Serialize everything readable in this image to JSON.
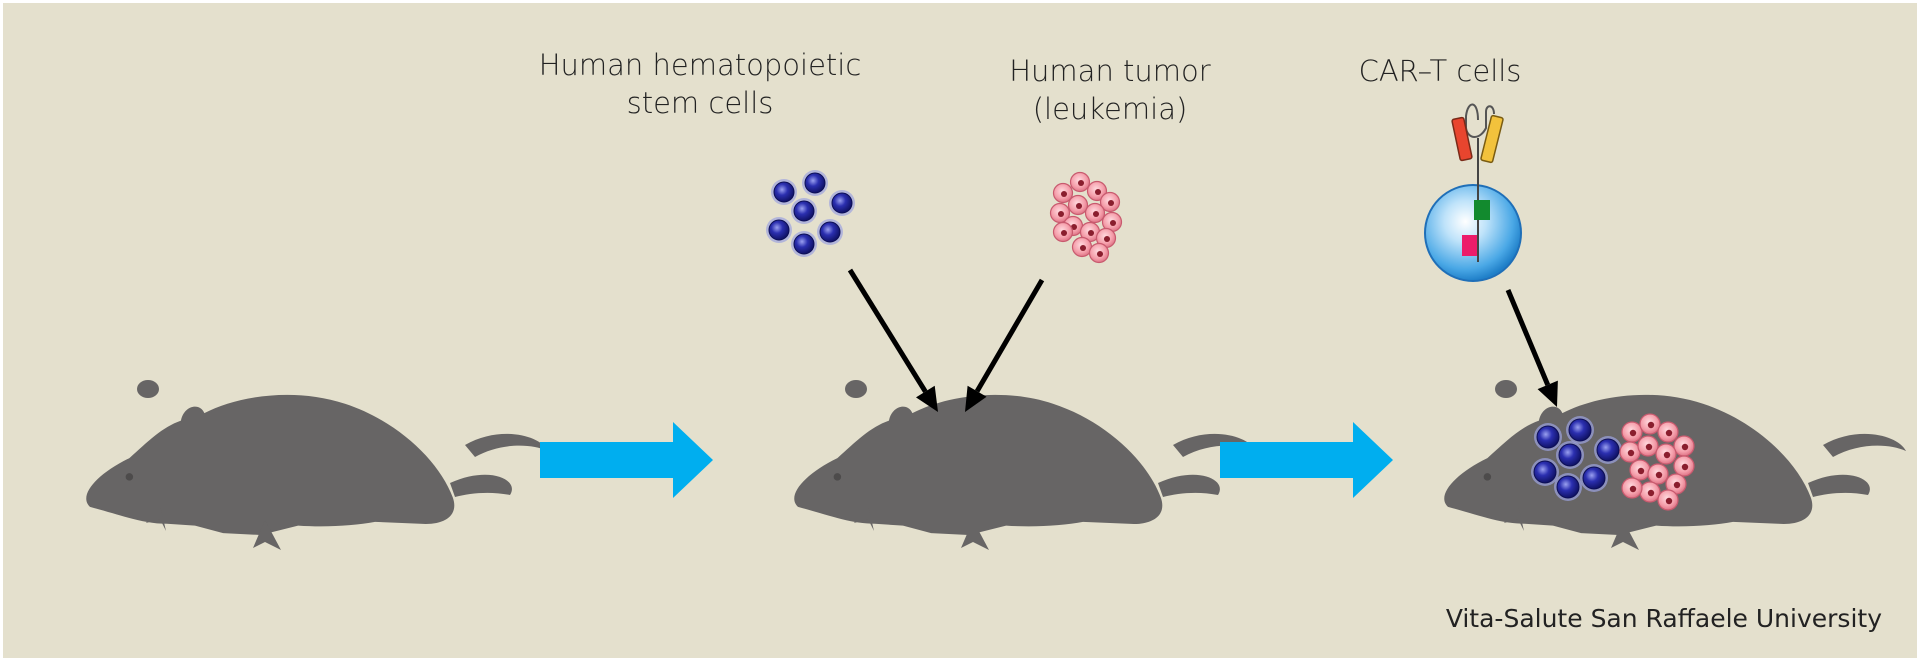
{
  "labels": {
    "stem_cells_line1": "Human hematopoietic",
    "stem_cells_line2": "stem cells",
    "tumor_line1": "Human tumor",
    "tumor_line2": "(leukemia)",
    "car_t": "CAR–T cells"
  },
  "credit": "Vita-Salute San Raffaele University",
  "colors": {
    "background": "#e4e0cd",
    "mouse": "#676565",
    "flow_arrow": "#00aeef",
    "pointer_arrow": "#000000",
    "stem_cell": "#1d1f8c",
    "tumor_cell": "#f09aa8",
    "car_t_sphere": "#4aa8e6"
  },
  "icons": [
    "mouse-silhouette",
    "stem-cell-cluster",
    "tumor-cell-cluster",
    "car-t-cell",
    "flow-arrow",
    "pointer-arrow"
  ]
}
